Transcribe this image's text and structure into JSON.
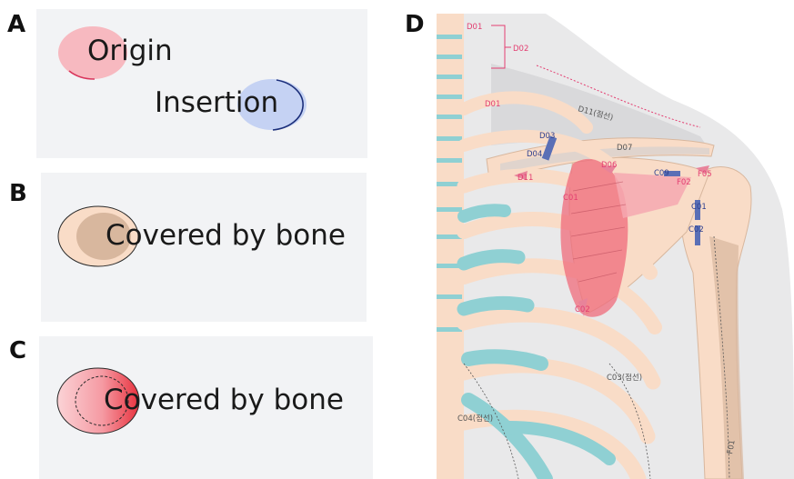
{
  "panels": {
    "a": {
      "letter": "A",
      "origin_label": "Origin",
      "insertion_label": "Insertion"
    },
    "b": {
      "letter": "B",
      "label": "Covered by bone"
    },
    "c": {
      "letter": "C",
      "label": "Covered by bone"
    },
    "d": {
      "letter": "D"
    }
  },
  "anatomy_labels": {
    "d01_top": "D01",
    "d02": "D02",
    "d01_mid": "D01",
    "d11_upper": "D11(점선)",
    "d03": "D03",
    "d04": "D04",
    "d07": "D07",
    "d06": "D06",
    "d11_lower": "D11",
    "c09": "C09",
    "f02": "F02",
    "f05": "F05",
    "c01_scap": "C01",
    "c01_hum": "C01",
    "c02_hum": "C02",
    "c02_low": "C02",
    "c03": "C03(점선)",
    "c04": "C04(점선)",
    "f01": "F01"
  },
  "colors": {
    "origin_fill": "#f7b9c0",
    "origin_stroke": "#d9365c",
    "insertion_fill": "#c5d2f3",
    "insertion_stroke": "#1c2f7a",
    "bone": "#f9dcc7",
    "bone_dark": "#d8b79e",
    "cartilage": "#8fd0d3",
    "muscle_shadow": "#d9d9db",
    "muscle_red": "#ef6b7b",
    "label_pink": "#e33e71",
    "label_blue": "#2e3f8f"
  }
}
